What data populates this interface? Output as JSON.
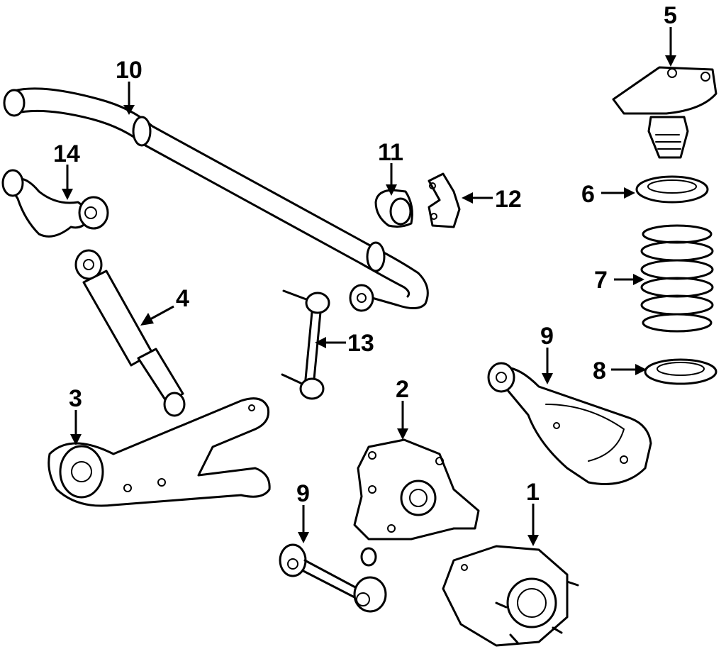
{
  "diagram": {
    "callouts": [
      {
        "id": "c1",
        "label": "1"
      },
      {
        "id": "c2",
        "label": "2"
      },
      {
        "id": "c3",
        "label": "3"
      },
      {
        "id": "c4",
        "label": "4"
      },
      {
        "id": "c5",
        "label": "5"
      },
      {
        "id": "c6",
        "label": "6"
      },
      {
        "id": "c7",
        "label": "7"
      },
      {
        "id": "c8",
        "label": "8"
      },
      {
        "id": "c9a",
        "label": "9"
      },
      {
        "id": "c9b",
        "label": "9"
      },
      {
        "id": "c10",
        "label": "10"
      },
      {
        "id": "c11",
        "label": "11"
      },
      {
        "id": "c12",
        "label": "12"
      },
      {
        "id": "c13",
        "label": "13"
      },
      {
        "id": "c14",
        "label": "14"
      }
    ]
  }
}
